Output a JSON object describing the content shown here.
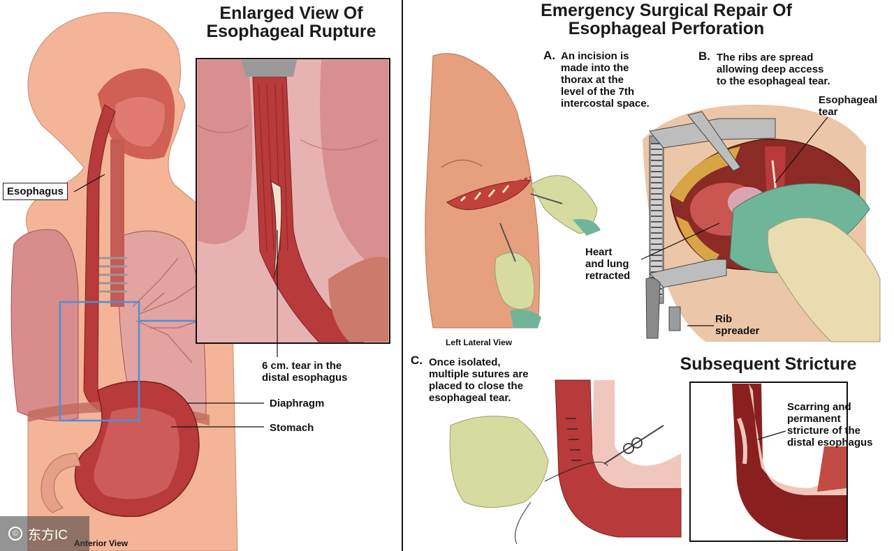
{
  "left": {
    "title_line1": "Enlarged View Of",
    "title_line2": "Esophageal Rupture",
    "esophagus_label": "Esophagus",
    "tear_label": "6 cm. tear in the\ndistal esophagus",
    "diaphragm_label": "Diaphragm",
    "stomach_label": "Stomach",
    "anterior_view": "Anterior View"
  },
  "right": {
    "title_line1": "Emergency Surgical Repair Of",
    "title_line2": "Esophageal Perforation",
    "step_a_letter": "A.",
    "step_a_text": "An incision is\nmade into the\nthorax at the\nlevel of the 7th\nintercostal space.",
    "step_b_letter": "B.",
    "step_b_text": "The ribs are spread\nallowing deep access\nto the esophageal tear.",
    "esophageal_tear_label": "Esophageal\ntear",
    "heart_lung_label": "Heart\nand lung\nretracted",
    "rib_spreader_label": "Rib\nspreader",
    "left_lateral_view": "Left Lateral View",
    "step_c_letter": "C.",
    "step_c_text": "Once isolated,\nmultiple sutures are\nplaced to close the\nesophageal tear.",
    "subsequent_title": "Subsequent Stricture",
    "stricture_label": "Scarring and\npermanent\nstricture of the\ndistal esophagus"
  },
  "watermark": {
    "symbol": "©",
    "text": "东方IC"
  },
  "colors": {
    "skin": "#f4b497",
    "tissue": "#b83a3a",
    "lung": "#d98c8c",
    "highlight_box": "#4a90d9",
    "glove": "#d6dca0",
    "drape": "#6fb59a"
  }
}
